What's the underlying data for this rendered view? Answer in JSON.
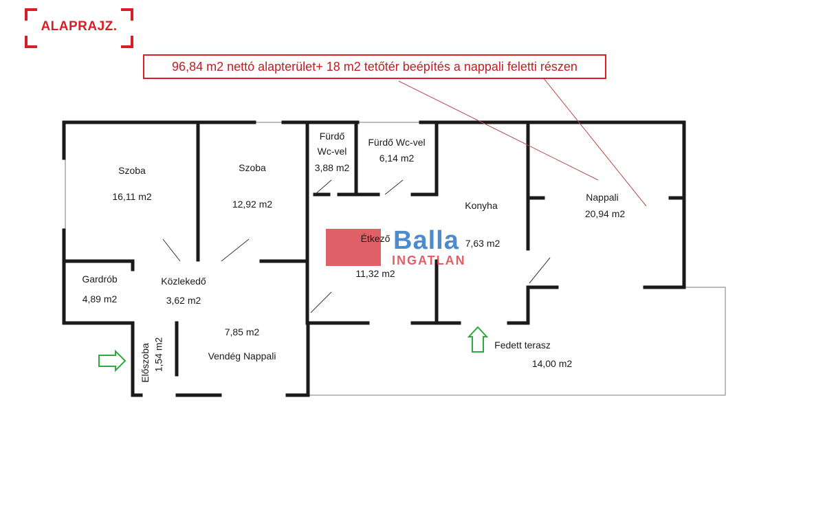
{
  "header": {
    "badge_text": "ALAPRAJZ.",
    "note_text": "96,84 m2 nettó alapterület+ 18 m2 tetőtér beépítés a nappali feletti részen"
  },
  "watermark": {
    "brand": "Balla",
    "sub": "INGATLAN"
  },
  "rooms": {
    "szoba1": {
      "name": "Szoba",
      "area": "16,11 m2"
    },
    "szoba2": {
      "name": "Szoba",
      "area": "12,92 m2"
    },
    "furdo1": {
      "name1": "Fürdő",
      "name2": "Wc-vel",
      "area": "3,88 m2"
    },
    "furdo2": {
      "name": "Fürdő Wc-vel",
      "area": "6,14 m2"
    },
    "konyha": {
      "name": "Konyha",
      "area": "7,63 m2"
    },
    "nappali": {
      "name": "Nappali",
      "area": "20,94 m2"
    },
    "etkezo": {
      "name": "Étkező",
      "area": "11,32 m2"
    },
    "gardrob": {
      "name": "Gardrób",
      "area": "4,89 m2"
    },
    "kozlekedo": {
      "name": "Közlekedő",
      "area": "3,62 m2"
    },
    "vendeg": {
      "name": "Vendég Nappali",
      "area": "7,85 m2"
    },
    "eloszoba": {
      "name": "Előszoba",
      "area": "1,54 m2"
    },
    "terasz": {
      "name": "Fedett terasz",
      "area": "14,00 m2"
    }
  },
  "colors": {
    "accent_red": "#d91f26",
    "wall": "#1a1a1a",
    "arrow_green": "#2eaa3c",
    "brand_blue": "#2f77c7"
  }
}
